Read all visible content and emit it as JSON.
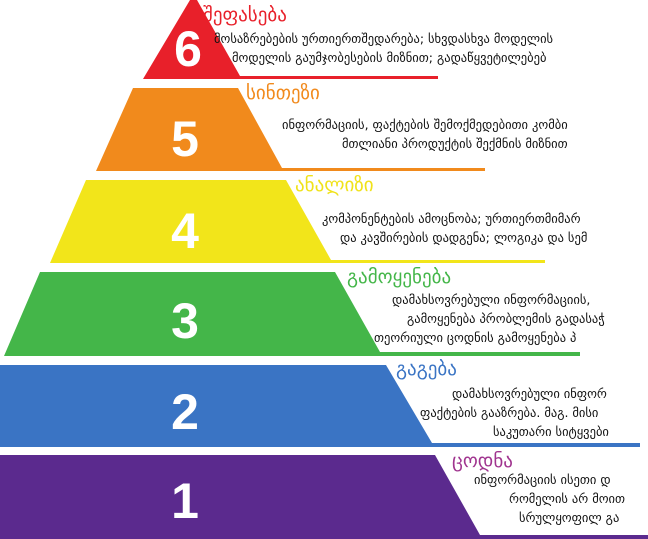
{
  "levels": [
    {
      "number": "6",
      "title": "შეფასება",
      "color": "#e8202a",
      "lines": [
        "მოსაზრებების ურთიერთშედარება; სხვდასხვა მოდელის",
        "მოდელის გაუმჯობესების მიზნით;  გადაწყვეტილებებ"
      ]
    },
    {
      "number": "5",
      "title": "სინთეზი",
      "color": "#f18a1c",
      "lines": [
        "ინფორმაციის, ფაქტების შემოქმედებითი კომბი",
        "მთლიანი პროდუქტის შექმნის მიზნით"
      ]
    },
    {
      "number": "4",
      "title": "ანალიზი",
      "color": "#f0e21a",
      "lines": [
        "კომპონენტების ამოცნობა; ურთიერთმიმარ",
        "და კავშირების დადგენა; ლოგიკა და სემ"
      ]
    },
    {
      "number": "3",
      "title": "გამოყენება",
      "color": "#44b649",
      "lines": [
        "დამახსოვრებული ინფორმაციის,",
        "გამოყენება პრობლემის გადასაჭ",
        "თეორიული ცოდნის გამოყენება პ"
      ]
    },
    {
      "number": "2",
      "title": "გაგება",
      "color": "#3a74c4",
      "lines": [
        "დამახსოვრებული ინფორ",
        "ფაქტების გააზრება.  მაგ. მისი",
        "საკუთარი სიტყვები"
      ]
    },
    {
      "number": "1",
      "title": "ცოდნა",
      "color": "#5b2a8e",
      "lines": [
        "ინფორმაციის ისეთი დ",
        "რომელის არ მოით",
        "სრულყოფილ გა"
      ]
    }
  ]
}
